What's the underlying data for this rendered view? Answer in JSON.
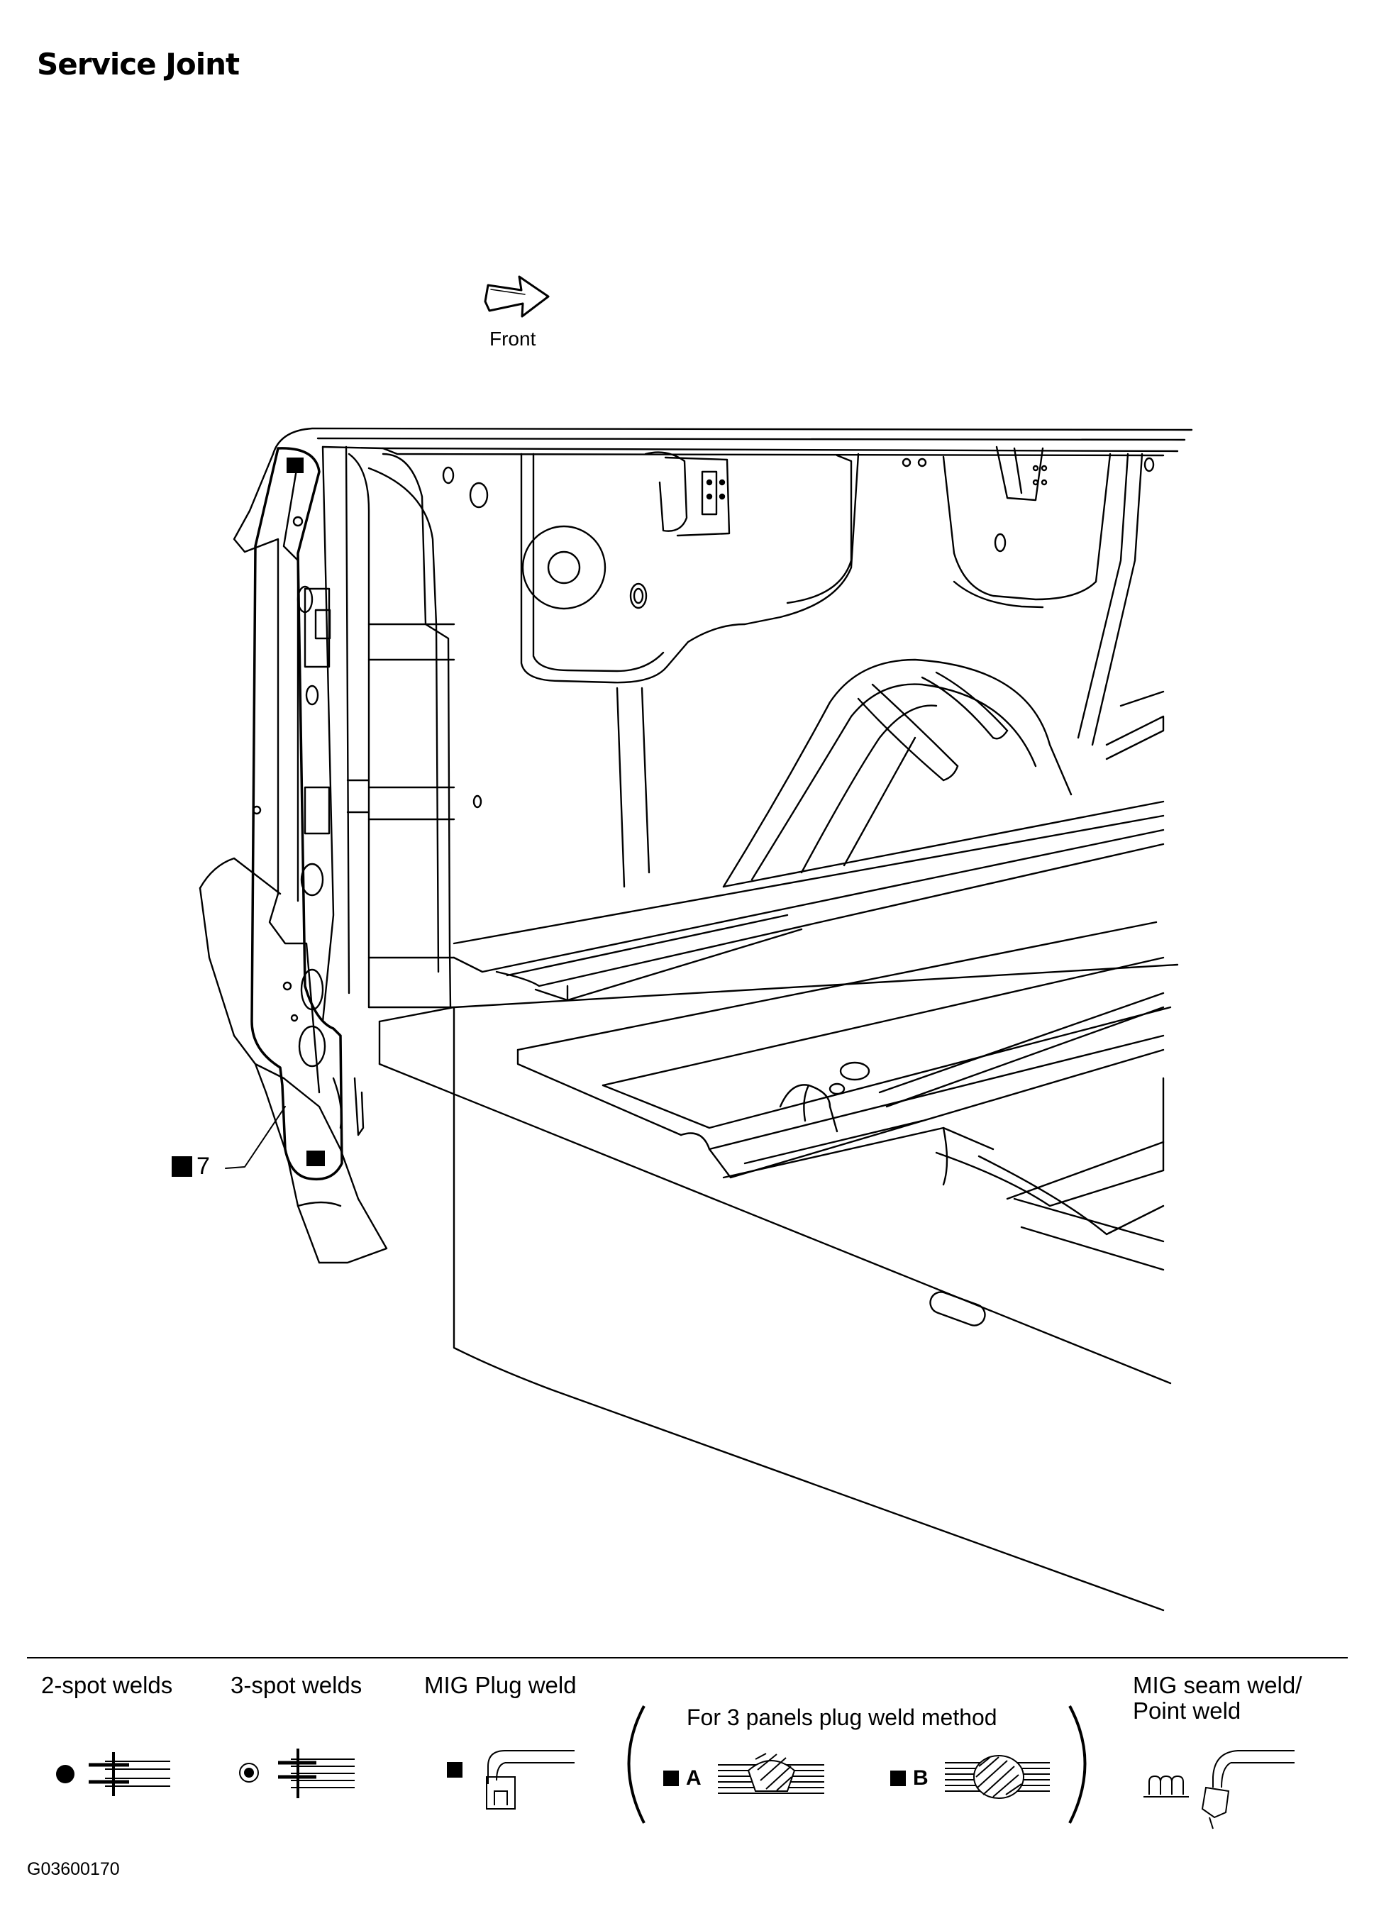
{
  "title": "Service Joint",
  "front_label": "Front",
  "callout": {
    "number": "7"
  },
  "legend": {
    "two_spot": "2-spot welds",
    "three_spot": "3-spot welds",
    "mig_plug": "MIG Plug weld",
    "three_panel": "For 3 panels plug weld method",
    "method_a": "A",
    "method_b": "B",
    "mig_seam_line1": "MIG seam weld/",
    "mig_seam_line2": "Point weld"
  },
  "figure_code": "G03600170"
}
